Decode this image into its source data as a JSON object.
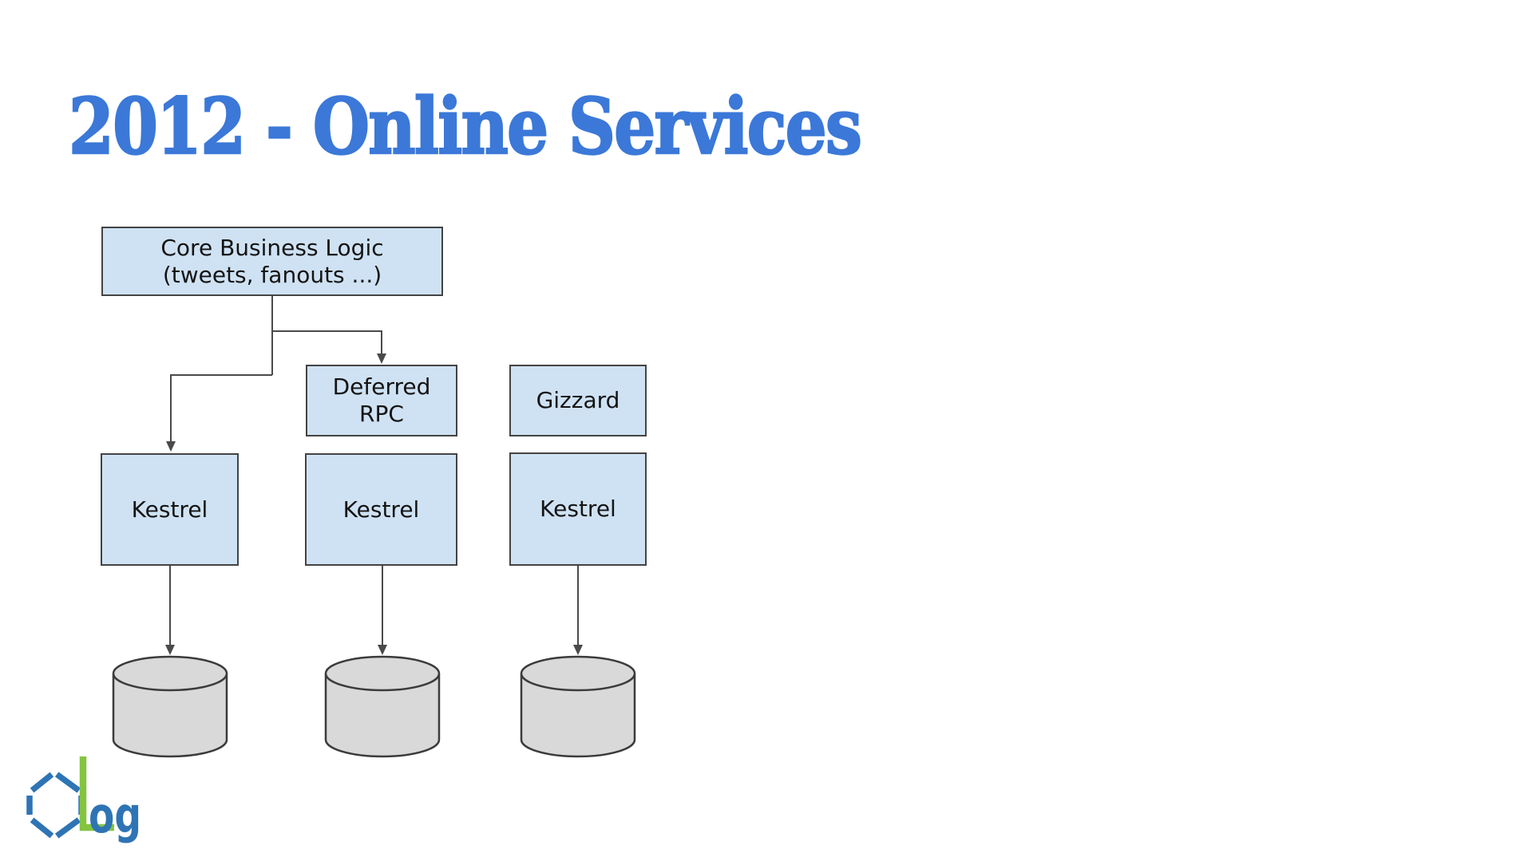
{
  "slide": {
    "title": "2012 - Online Services"
  },
  "diagram": {
    "nodes": {
      "core": {
        "line1": "Core Business Logic",
        "line2": "(tweets, fanouts ...)"
      },
      "deferred_rpc": {
        "line1": "Deferred",
        "line2": "RPC"
      },
      "gizzard": {
        "label": "Gizzard"
      },
      "kestrel_left": {
        "label": "Kestrel"
      },
      "kestrel_middle": {
        "label": "Kestrel"
      },
      "kestrel_right": {
        "label": "Kestrel"
      }
    },
    "databases": [
      {
        "icon": "database-cylinder-icon"
      },
      {
        "icon": "database-cylinder-icon"
      },
      {
        "icon": "database-cylinder-icon"
      }
    ],
    "connections": [
      {
        "from": "core",
        "to": "kestrel_left",
        "arrow": true
      },
      {
        "from": "core",
        "to": "deferred_rpc",
        "arrow": true
      },
      {
        "from": "kestrel_left",
        "to": "database_left",
        "arrow": true
      },
      {
        "from": "kestrel_middle",
        "to": "database_middle",
        "arrow": true
      },
      {
        "from": "kestrel_right",
        "to": "database_right",
        "arrow": true
      }
    ]
  },
  "logo": {
    "icon": "hexagon-molecule-logo",
    "text": "og"
  },
  "colors": {
    "background": "#ffffff",
    "title_text": "#3b78d8",
    "node_fill": "#cfe2f3",
    "node_border": "#434343",
    "node_text": "#141414",
    "connector": "#4a4a4a",
    "cylinder_fill": "#d9d9d9",
    "cylinder_border": "#3b3b3b",
    "logo_blue": "#2e74b5",
    "logo_green": "#84c441"
  }
}
